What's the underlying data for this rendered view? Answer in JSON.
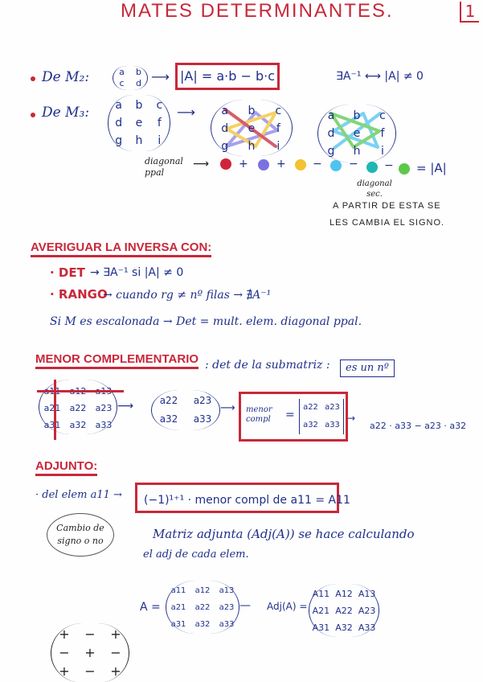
{
  "title": "MATES DETERMINANTES.",
  "page_number": "1",
  "determinant": {
    "m2_label": "De M₂:",
    "m2_matrix": [
      "a",
      "b",
      "c",
      "d"
    ],
    "m2_formula": "|A| = a·b − b·c",
    "inverse_condition": "∃A⁻¹ ⟷ |A| ≠ 0",
    "m3_label": "De M₃:",
    "m3_matrix": [
      "a",
      "b",
      "c",
      "d",
      "e",
      "f",
      "g",
      "h",
      "i"
    ],
    "diag_ppal_label": "diagonal ppal",
    "signs": [
      "+",
      "+",
      "−",
      "−",
      "−"
    ],
    "result": "= |A|",
    "diag_sec_label": "diagonal sec.",
    "note_line1": "A PARTIR DE ESTA SE",
    "note_line2": "LES CAMBIA EL SIGNO.",
    "dot_colors": [
      "#d0243a",
      "#7a72e0",
      "#f2c232",
      "#4fc3ee",
      "#1fb7b4",
      "#5cc84a"
    ]
  },
  "inverse": {
    "heading": "AVERIGUAR LA INVERSA CON:",
    "det_label": "· DET",
    "det_text": "→ ∃A⁻¹  si  |A| ≠ 0",
    "rango_label": "· RANGO",
    "rango_text": "→ cuando  rg ≠ nº filas → ∄A⁻¹",
    "escalonada": "Si M es escalonada → Det = mult. elem. diagonal ppal."
  },
  "menor": {
    "heading": "MENOR COMPLEMENTARIO",
    "definition": ": det de la submatriz :",
    "boxed": "es un nº",
    "full_matrix": [
      "a11",
      "a12",
      "a13",
      "a21",
      "a22",
      "a23",
      "a31",
      "a32",
      "a33"
    ],
    "sub_matrix": [
      "a22",
      "a23",
      "a32",
      "a33"
    ],
    "menor_label_1": "menor",
    "menor_label_2": "compl",
    "equals": "=",
    "det_matrix": [
      "a22",
      "a23",
      "a32",
      "a33"
    ],
    "expansion": "a22 · a33 − a23 · a32"
  },
  "adjunto": {
    "heading": "ADJUNTO:",
    "del_elem": "· del elem a11 →",
    "formula": "(−1)¹⁺¹ · menor compl de a11 = A11",
    "bubble": "Cambio de signo o no",
    "matriz_line1": "Matriz adjunta (Adj(A)) se hace calculando",
    "matriz_line2": "el adj de cada elem.",
    "a_label": "A =",
    "a_matrix": [
      "a11",
      "a12",
      "a13",
      "a21",
      "a22",
      "a23",
      "a31",
      "a32",
      "a33"
    ],
    "adj_label": "Adj(A) =",
    "adj_matrix": [
      "A11",
      "A12",
      "A13",
      "A21",
      "A22",
      "A23",
      "A31",
      "A32",
      "A33"
    ],
    "sign_matrix": [
      "+",
      "−",
      "+",
      "−",
      "+",
      "−",
      "+",
      "−",
      "+"
    ]
  }
}
